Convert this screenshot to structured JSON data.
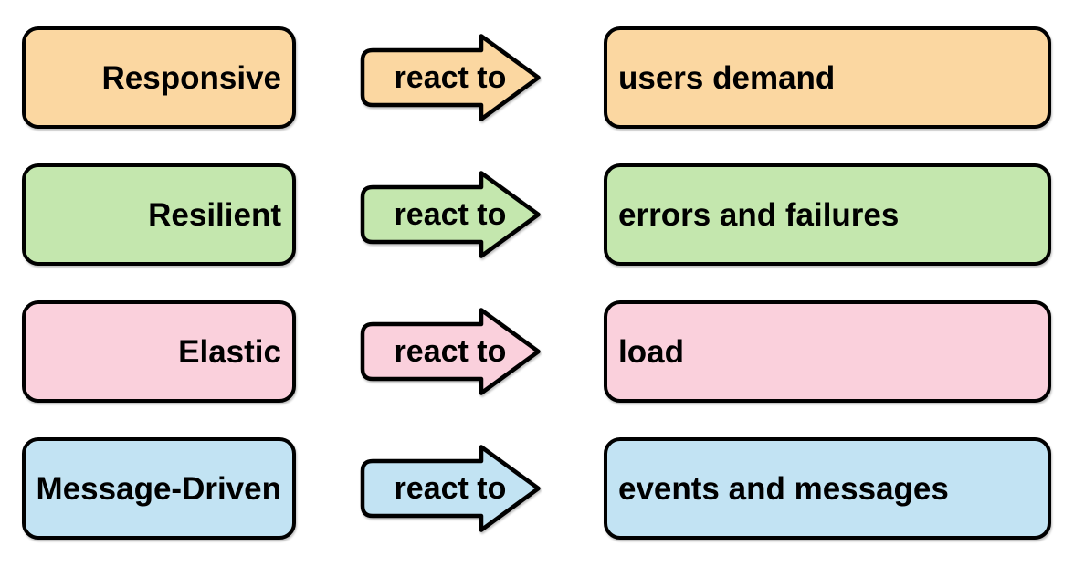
{
  "rows": [
    {
      "trait": "Responsive",
      "verb": "react to",
      "object": "users demand",
      "color": "#FBD7A1"
    },
    {
      "trait": "Resilient",
      "verb": "react to",
      "object": "errors and failures",
      "color": "#C4E7AE"
    },
    {
      "trait": "Elastic",
      "verb": "react to",
      "object": "load",
      "color": "#FAD0DC"
    },
    {
      "trait": "Message-Driven",
      "verb": "react to",
      "object": "events and messages",
      "color": "#C2E3F3"
    }
  ],
  "colors": {
    "border": "#000000",
    "text": "#000000",
    "background": "#FFFFFF"
  }
}
